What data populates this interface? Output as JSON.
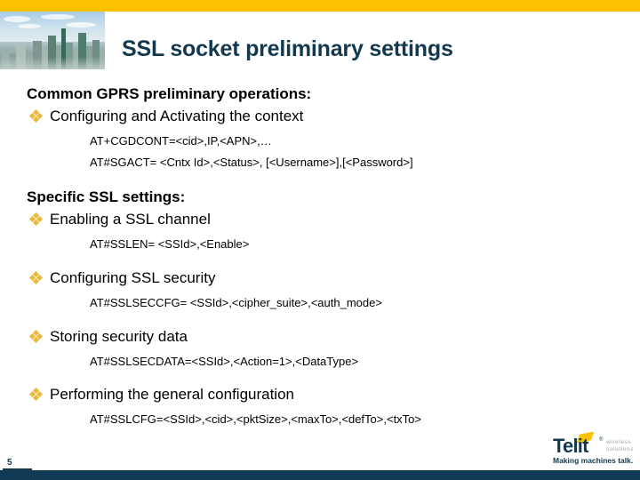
{
  "slide": {
    "title": "SSL socket preliminary settings",
    "page_number": "5",
    "colors": {
      "accent_yellow": "#fbc102",
      "navy": "#12394f",
      "bullet_gold": "#e8b93c",
      "body_text": "#000000"
    }
  },
  "sections": [
    {
      "heading": "Common GPRS preliminary operations:",
      "bullets": [
        {
          "label": "Configuring and Activating the context",
          "commands": [
            "AT+CGDCONT=<cid>,IP,<APN>,…",
            "AT#SGACT= <Cntx Id>,<Status>, [<Username>],[<Password>]"
          ]
        }
      ]
    },
    {
      "heading": "Specific SSL settings:",
      "bullets": [
        {
          "label": "Enabling a SSL channel",
          "commands": [
            "AT#SSLEN= <SSId>,<Enable>"
          ]
        },
        {
          "label": "Configuring SSL security",
          "commands": [
            "AT#SSLSECCFG= <SSId>,<cipher_suite>,<auth_mode>"
          ]
        },
        {
          "label": "Storing security data",
          "commands": [
            "AT#SSLSECDATA=<SSId>,<Action=1>,<DataType>"
          ]
        },
        {
          "label": "Performing the general configuration",
          "commands": [
            "AT#SSLCFG=<SSId>,<cid>,<pktSize>,<maxTo>,<defTo>,<txTo>"
          ]
        }
      ]
    }
  ],
  "logo": {
    "word": "Telit",
    "registered": "®",
    "sub_line1": "wireless",
    "sub_line2": "solutions",
    "tagline": "Making machines talk."
  }
}
